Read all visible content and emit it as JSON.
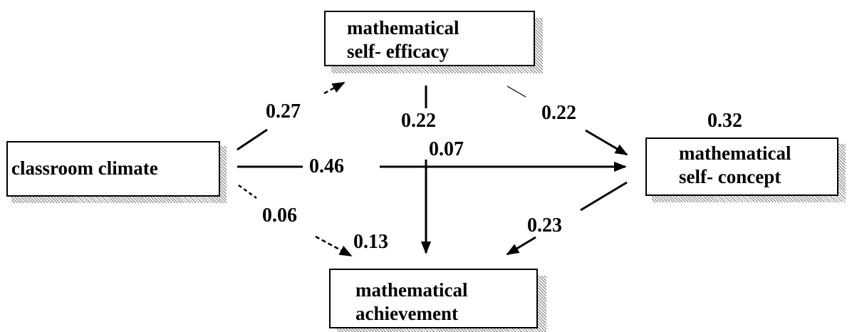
{
  "colors": {
    "line": "#000000",
    "shadow": "#7a7a7a",
    "background": "#ffffff"
  },
  "nodes": {
    "self_efficacy": {
      "line1": "mathematical",
      "line2": "self- efficacy"
    },
    "classroom_climate": {
      "line1": "classroom climate"
    },
    "self_concept": {
      "line1": "mathematical",
      "line2": "self- concept"
    },
    "achievement": {
      "line1": "mathematical",
      "line2": "achievement"
    }
  },
  "coefficients": {
    "climate_to_efficacy": "0.27",
    "efficacy_to_achievement": "0.22",
    "efficacy_to_concept": "0.22",
    "concept_r2": "0.32",
    "climate_to_concept": "0.46",
    "via_efficacy_to_concept": "0.07",
    "climate_to_achievement": "0.06",
    "achievement_r2": "0.13",
    "concept_to_achievement": "0.23"
  }
}
